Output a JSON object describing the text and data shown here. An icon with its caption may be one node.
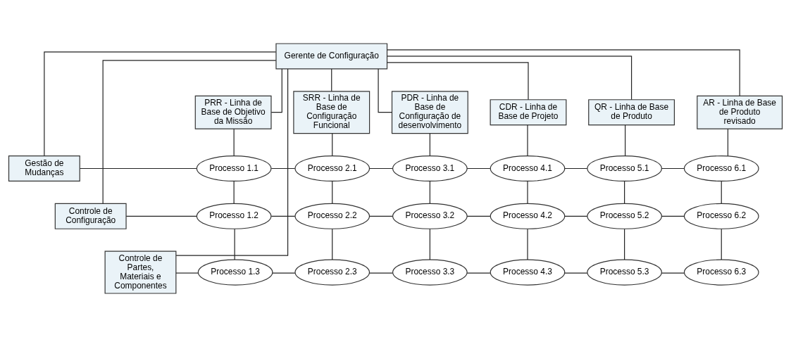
{
  "diagram": {
    "nodes": [
      {
        "text": [
          "Gerente de Configuração"
        ]
      },
      {
        "text": [
          "PRR - Linha de Base de Objetivo da Missão"
        ]
      },
      {
        "text": [
          "SRR - Linha de Base de Configuração Funcional"
        ]
      },
      {
        "text": [
          "PDR - Linha de Base de Configuração de desenvolvimento"
        ]
      },
      {
        "text": [
          "CDR - Linha de Base de Projeto"
        ]
      },
      {
        "text": [
          "QR - Linha de Base de Produto"
        ]
      },
      {
        "text": [
          "AR - Linha de Base de Produto revisado"
        ]
      },
      {
        "text": [
          "Gestão de Mudanças"
        ]
      },
      {
        "text": [
          "Controle de Configuração"
        ]
      },
      {
        "text": [
          "Controle de Partes, Materiais e Componentes"
        ]
      },
      {
        "text": [
          "Processo 1.1"
        ]
      },
      {
        "text": [
          "Processo 2.1"
        ]
      },
      {
        "text": [
          "Processo 3.1"
        ]
      },
      {
        "text": [
          "Processo 4.1"
        ]
      },
      {
        "text": [
          "Processo 5.1"
        ]
      },
      {
        "text": [
          "Processo 6.1"
        ]
      },
      {
        "text": [
          "Processo 1.2"
        ]
      },
      {
        "text": [
          "Processo 2.2"
        ]
      },
      {
        "text": [
          "Processo 3.2"
        ]
      },
      {
        "text": [
          "Processo 4.2"
        ]
      },
      {
        "text": [
          "Processo 5.2"
        ]
      },
      {
        "text": [
          "Processo 6.2"
        ]
      },
      {
        "text": [
          "Processo 1.3"
        ]
      },
      {
        "text": [
          "Processo 2.3"
        ]
      },
      {
        "text": [
          "Processo 3.3"
        ]
      },
      {
        "text": [
          "Processo 4.3"
        ]
      },
      {
        "text": [
          "Processo 5.3"
        ]
      },
      {
        "text": [
          "Processo 6.3"
        ]
      }
    ],
    "edges": [
      {
        "from": 0,
        "to": 1,
        "arrow": "none"
      },
      {
        "from": 0,
        "to": 2,
        "arrow": "none"
      },
      {
        "from": 0,
        "to": 3,
        "arrow": "none"
      },
      {
        "from": 0,
        "to": 4,
        "arrow": "none"
      },
      {
        "from": 0,
        "to": 5,
        "arrow": "none"
      },
      {
        "from": 0,
        "to": 6,
        "arrow": "none"
      },
      {
        "from": 0,
        "to": 7,
        "arrow": "none"
      },
      {
        "from": 0,
        "to": 8,
        "arrow": "none"
      },
      {
        "from": 0,
        "to": 9,
        "arrow": "none"
      },
      {
        "from": 1,
        "to": 10,
        "arrow": "none"
      },
      {
        "from": 2,
        "to": 11,
        "arrow": "none"
      },
      {
        "from": 3,
        "to": 12,
        "arrow": "none"
      },
      {
        "from": 4,
        "to": 13,
        "arrow": "none"
      },
      {
        "from": 5,
        "to": 14,
        "arrow": "none"
      },
      {
        "from": 6,
        "to": 15,
        "arrow": "none"
      },
      {
        "from": 10,
        "to": 16,
        "arrow": "none"
      },
      {
        "from": 11,
        "to": 17,
        "arrow": "none"
      },
      {
        "from": 12,
        "to": 18,
        "arrow": "none"
      },
      {
        "from": 13,
        "to": 19,
        "arrow": "none"
      },
      {
        "from": 14,
        "to": 20,
        "arrow": "none"
      },
      {
        "from": 15,
        "to": 21,
        "arrow": "none"
      },
      {
        "from": 16,
        "to": 22,
        "arrow": "none"
      },
      {
        "from": 17,
        "to": 23,
        "arrow": "none"
      },
      {
        "from": 18,
        "to": 24,
        "arrow": "none"
      },
      {
        "from": 19,
        "to": 25,
        "arrow": "none"
      },
      {
        "from": 20,
        "to": 26,
        "arrow": "none"
      },
      {
        "from": 21,
        "to": 27,
        "arrow": "none"
      },
      {
        "from": 7,
        "to": 10,
        "arrow": "none"
      },
      {
        "from": 10,
        "to": 11,
        "arrow": "none"
      },
      {
        "from": 11,
        "to": 12,
        "arrow": "none"
      },
      {
        "from": 12,
        "to": 13,
        "arrow": "none"
      },
      {
        "from": 13,
        "to": 14,
        "arrow": "none"
      },
      {
        "from": 14,
        "to": 15,
        "arrow": "none"
      },
      {
        "from": 8,
        "to": 16,
        "arrow": "none"
      },
      {
        "from": 16,
        "to": 17,
        "arrow": "none"
      },
      {
        "from": 17,
        "to": 18,
        "arrow": "none"
      },
      {
        "from": 18,
        "to": 19,
        "arrow": "none"
      },
      {
        "from": 19,
        "to": 20,
        "arrow": "none"
      },
      {
        "from": 20,
        "to": 21,
        "arrow": "none"
      },
      {
        "from": 9,
        "to": 22,
        "arrow": "none"
      },
      {
        "from": 22,
        "to": 23,
        "arrow": "none"
      },
      {
        "from": 23,
        "to": 24,
        "arrow": "none"
      },
      {
        "from": 24,
        "to": 25,
        "arrow": "none"
      },
      {
        "from": 25,
        "to": 26,
        "arrow": "none"
      },
      {
        "from": 26,
        "to": 27,
        "arrow": "none"
      }
    ]
  }
}
